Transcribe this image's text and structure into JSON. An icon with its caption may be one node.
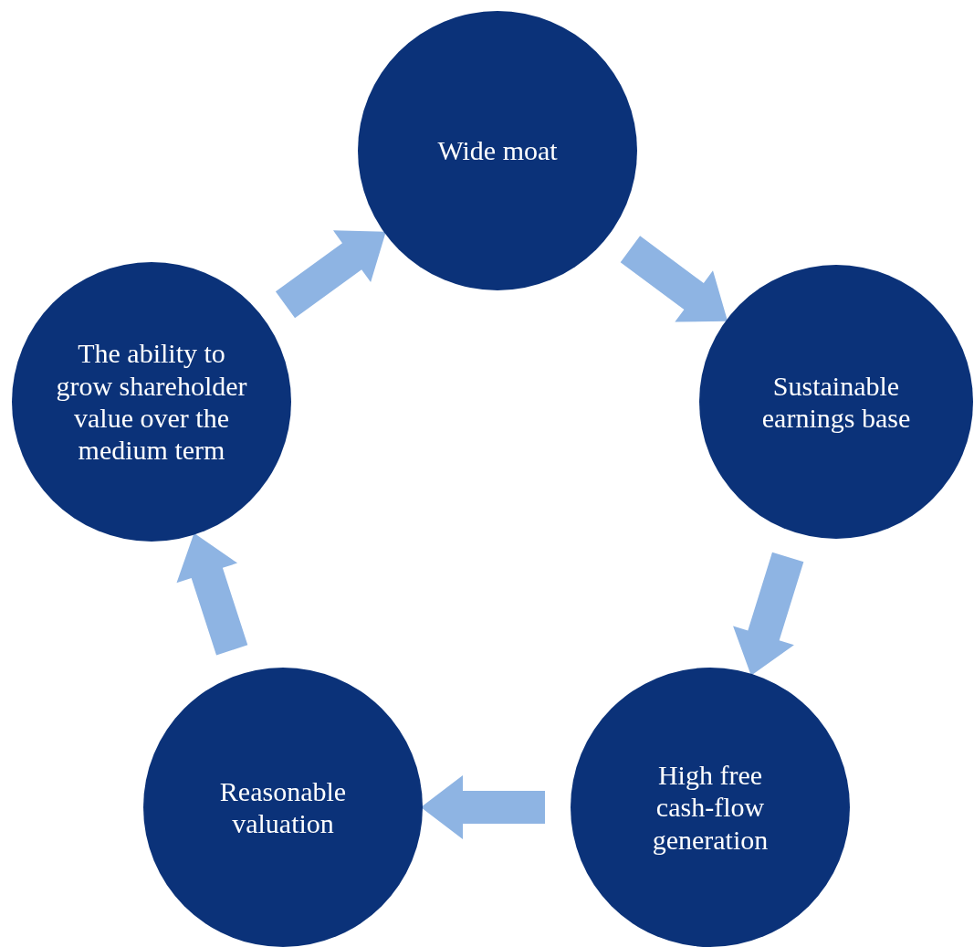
{
  "diagram": {
    "nodes": [
      {
        "text": [
          "Wide moat"
        ]
      },
      {
        "text": [
          "Sustainable earnings base"
        ]
      },
      {
        "text": [
          "High free cash-flow generation"
        ]
      },
      {
        "text": [
          "Reasonable valuation"
        ]
      },
      {
        "text": [
          "The ability to grow shareholder value over the medium term"
        ]
      }
    ],
    "edges": [
      {
        "from": 0,
        "to": 1,
        "arrow": "to"
      },
      {
        "from": 1,
        "to": 2,
        "arrow": "to"
      },
      {
        "from": 2,
        "to": 3,
        "arrow": "to"
      },
      {
        "from": 3,
        "to": 4,
        "arrow": "to"
      },
      {
        "from": 4,
        "to": 0,
        "arrow": "to"
      }
    ]
  }
}
